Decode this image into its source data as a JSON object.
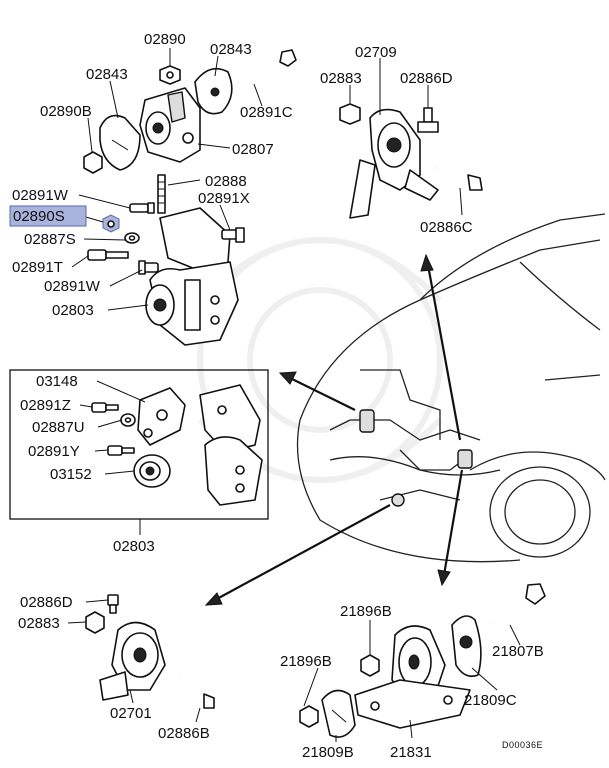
{
  "labels": {
    "p02890": "02890",
    "p02843_top": "02843",
    "p02843_left": "02843",
    "p02891C": "02891C",
    "p02890B": "02890B",
    "p02807": "02807",
    "p02888": "02888",
    "p02891W_top": "02891W",
    "p02890S": "02890S",
    "p02891X": "02891X",
    "p02887S": "02887S",
    "p02891T": "02891T",
    "p02891W_bot": "02891W",
    "p02803_top": "02803",
    "p02709": "02709",
    "p02883_top": "02883",
    "p02886D_top": "02886D",
    "p02886C": "02886C",
    "p03148": "03148",
    "p02891Z": "02891Z",
    "p02887U": "02887U",
    "p02891Y": "02891Y",
    "p03152": "03152",
    "p02803_box": "02803",
    "p02886D_bot": "02886D",
    "p02883_bot": "02883",
    "p02701": "02701",
    "p02886B": "02886B",
    "p21896B_top": "21896B",
    "p21807B": "21807B",
    "p21896B_left": "21896B",
    "p21809C": "21809C",
    "p21809B": "21809B",
    "p21831": "21831",
    "ref": "D00036E"
  },
  "highlighted_part": "02890S",
  "colors": {
    "highlight": "#a9b4dc",
    "line": "#111111"
  }
}
